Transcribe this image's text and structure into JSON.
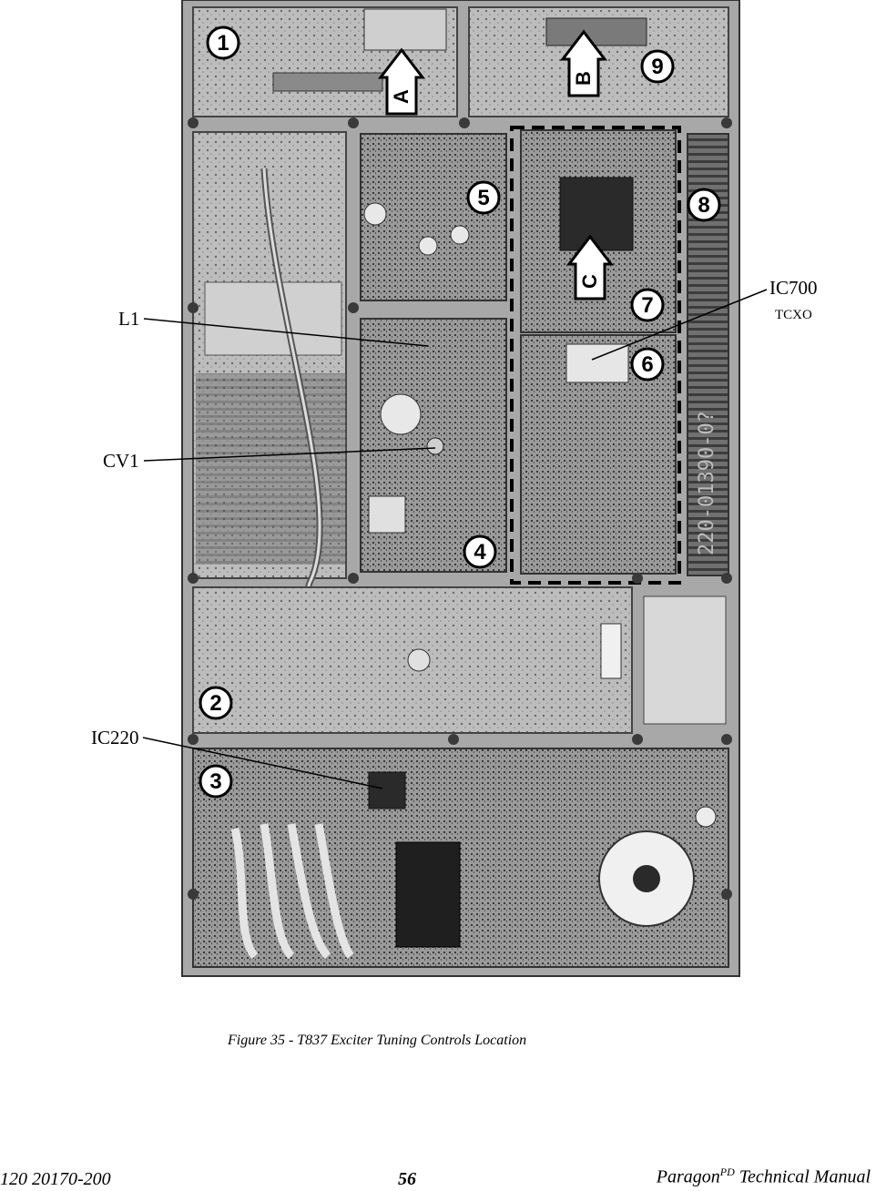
{
  "figure": {
    "callouts": [
      "1",
      "2",
      "3",
      "4",
      "5",
      "6",
      "7",
      "8",
      "9"
    ],
    "arrow_letters": [
      "A",
      "B",
      "C"
    ],
    "labels": {
      "l1": "L1",
      "cv1": "CV1",
      "ic220": "IC220",
      "ic700": "IC700",
      "tcxo": "TCXO"
    },
    "board_text": "220-01390-0?"
  },
  "caption": "Figure 35 - T837 Exciter Tuning Controls Location",
  "footer": {
    "doc_number": "120 20170-200",
    "page_number": "56",
    "title_main": "Paragon",
    "title_sup": "PD",
    "title_rest": " Technical Manual"
  }
}
